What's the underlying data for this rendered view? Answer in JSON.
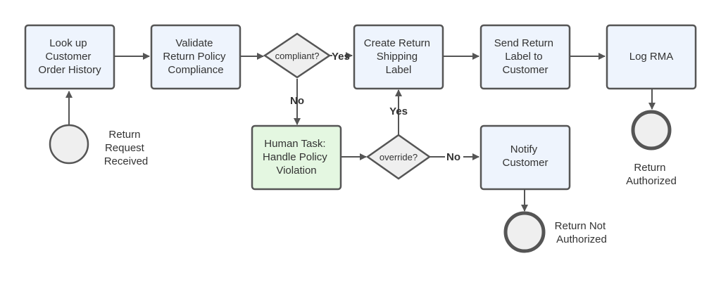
{
  "nodes": {
    "lookup": {
      "lines": [
        "Look up",
        "Customer",
        "Order History"
      ]
    },
    "validate": {
      "lines": [
        "Validate",
        "Return Policy",
        "Compliance"
      ]
    },
    "create_label": {
      "lines": [
        "Create Return",
        "Shipping",
        "Label"
      ]
    },
    "send_label": {
      "lines": [
        "Send Return",
        "Label to",
        "Customer"
      ]
    },
    "log_rma": {
      "lines": [
        "Log RMA"
      ]
    },
    "human_task": {
      "lines": [
        "Human Task:",
        "Handle Policy",
        "Violation"
      ]
    },
    "notify": {
      "lines": [
        "Notify",
        "Customer"
      ]
    }
  },
  "gateways": {
    "compliant": "compliant?",
    "override": "override?"
  },
  "edge_labels": {
    "compliant_yes": "Yes",
    "compliant_no": "No",
    "override_yes": "Yes",
    "override_no": "No"
  },
  "events": {
    "start": {
      "lines": [
        "Return",
        "Request",
        "Received"
      ]
    },
    "end_authorized": {
      "lines": [
        "Return",
        "Authorized"
      ]
    },
    "end_not_authorized": {
      "lines": [
        "Return Not",
        "Authorized"
      ]
    }
  },
  "colors": {
    "task_fill": "#eef4fd",
    "human_task_fill": "#e4f7e1",
    "gateway_fill": "#efefef",
    "event_fill": "#efefef",
    "stroke": "#555555",
    "text": "#333333"
  }
}
